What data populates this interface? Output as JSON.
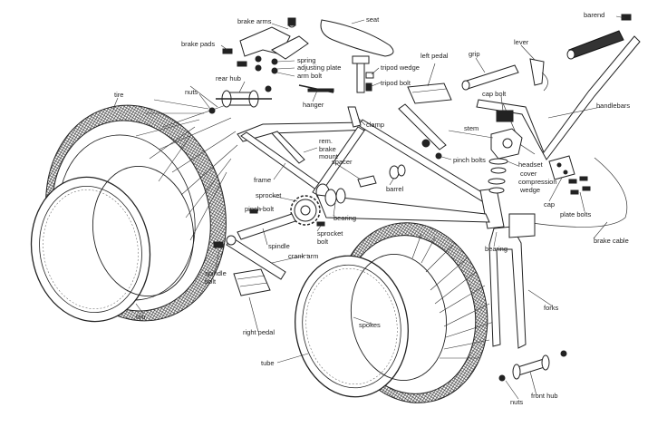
{
  "labels": {
    "seat": "seat",
    "barend": "barend",
    "brake_arms": "brake arms",
    "brake_pads": "brake pads",
    "spring": "spring",
    "adjusting_plate": "adjusting plate",
    "arm_bolt": "arm bolt",
    "rear_hub": "rear hub",
    "tripod_wedge": "tripod wedge",
    "tripod_bolt": "tripod bolt",
    "left_pedal": "left pedal",
    "grip": "grip",
    "lever": "lever",
    "tire": "tire",
    "nuts_top": "nuts",
    "hanger": "hanger",
    "cap_bolt": "cap bolt",
    "handlebars": "handlebars",
    "clamp": "clamp",
    "stem": "stem",
    "rem_brake_mount": "rem.\nbrake\nmount",
    "pinch_bolts": "pinch bolts",
    "headset": "headset",
    "cover": "cover",
    "compression": "compression",
    "wedge": "wedge",
    "spacer": "spacer",
    "frame": "frame",
    "barrel": "barrel",
    "cap": "cap",
    "plate_bolts": "plate bolts",
    "sprocket": "sprocket",
    "pinch_bolt": "pinch bolt",
    "bearing_mid": "bearing",
    "sprocket_bolt": "sprocket\nbolt",
    "brake_cable": "brake cable",
    "spindle": "spindle",
    "bearing_right": "bearing",
    "crank_arm": "crank arm",
    "spindle_bolt": "spindle\nbolt",
    "forks": "forks",
    "right_pedal": "right pedal",
    "spokes": "spokes",
    "rim": "rim",
    "tube": "tube",
    "front_hub": "front hub",
    "nuts_bottom": "nuts"
  }
}
